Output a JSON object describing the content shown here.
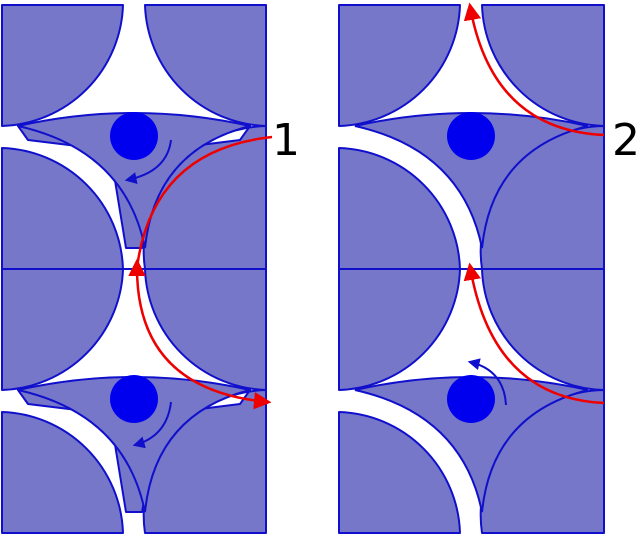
{
  "panels": [
    {
      "label": "1",
      "rotation": "clockwise",
      "path": "crosses-between-lower-cells"
    },
    {
      "label": "2",
      "rotation": "counter-clockwise",
      "path": "passes-along-upper-and-lower-channels"
    }
  ],
  "colors": {
    "cell_fill": "#7777c9",
    "outline": "#1010cc",
    "particle": "#0000ee",
    "path": "#ee0000",
    "background": "#ffffff"
  },
  "icons": {
    "particle": "filled-circle",
    "rotation": "curved-arrow",
    "path": "red-arrow"
  }
}
